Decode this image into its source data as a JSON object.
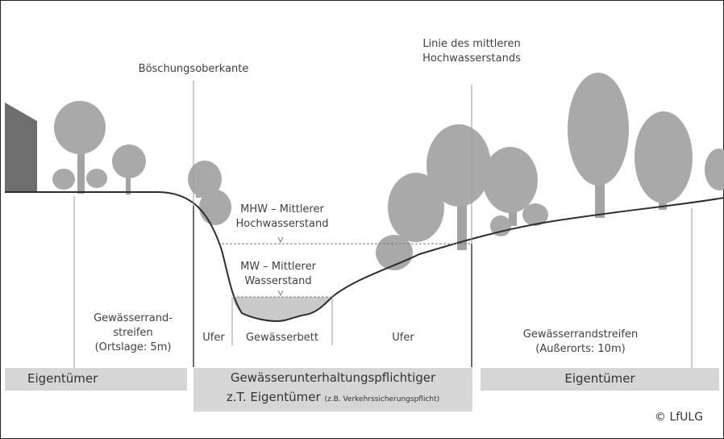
{
  "labels": {
    "boeschung": "Böschungsoberkante",
    "linie_line1": "Linie des mittleren",
    "linie_line2": "Hochwasserstands",
    "mhw_line1": "MHW – Mittlerer",
    "mhw_line2": "Hochwasserstand",
    "mw_line1": "MW – Mittlerer",
    "mw_line2": "Wasserstand",
    "left_strip_line1": "Gewässerrand-",
    "left_strip_line2": "streifen",
    "left_strip_line3": "(Ortslage: 5m)",
    "ufer_left": "Ufer",
    "gewaesserbett": "Gewässerbett",
    "ufer_right": "Ufer",
    "right_strip_line1": "Gewässerrandstreifen",
    "right_strip_line2": "(Außerorts: 10m)"
  },
  "bar": {
    "left": "Eigentümer",
    "middle_line1": "Gewässerunterhaltungspflichtiger",
    "middle_line2": "z.T. Eigentümer",
    "middle_note": "(z.B. Verkehrssicherungspflicht)",
    "right": "Eigentümer"
  },
  "copyright": "© LfULG",
  "colors": {
    "tree": "#a9a9a9",
    "trunk": "#a3a3a3",
    "house": "#6e6e6e",
    "water": "#c9c9c9",
    "bar": "#d6d6d6",
    "lines": "#2e2e2e"
  }
}
